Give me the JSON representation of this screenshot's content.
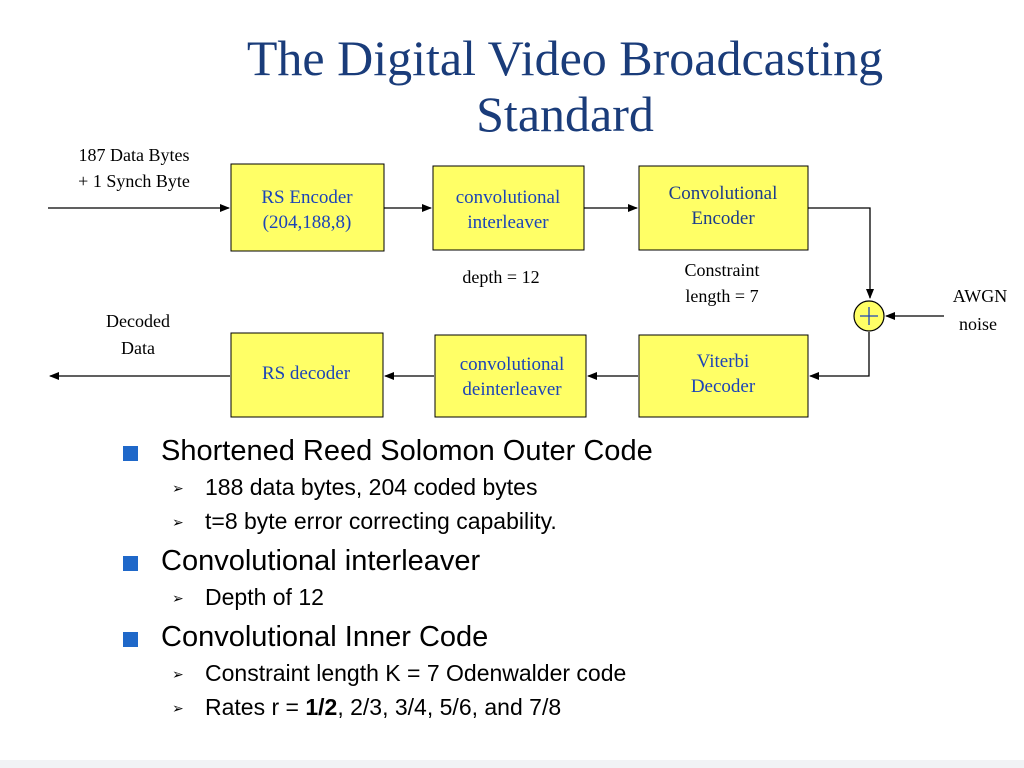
{
  "title": {
    "line1": "The Digital Video Broadcasting",
    "line2": "Standard"
  },
  "diagram": {
    "input_label": {
      "line1": "187 Data Bytes",
      "line2": "+ 1 Synch Byte"
    },
    "blocks": {
      "rs_encoder": {
        "line1": "RS Encoder",
        "line2": "(204,188,8)"
      },
      "conv_interleaver": {
        "line1": "convolutional",
        "line2": "interleaver"
      },
      "conv_encoder": {
        "line1": "Convolutional",
        "line2": "Encoder"
      },
      "viterbi": {
        "line1": "Viterbi",
        "line2": "Decoder"
      },
      "conv_deinterleaver": {
        "line1": "convolutional",
        "line2": "deinterleaver"
      },
      "rs_decoder": {
        "line1": "RS decoder"
      }
    },
    "depth_label": "depth = 12",
    "constraint_label": {
      "line1": "Constraint",
      "line2": "length = 7"
    },
    "awgn_label": {
      "line1": "AWGN",
      "line2": "noise"
    },
    "output_label": {
      "line1": "Decoded",
      "line2": "Data"
    },
    "adder_symbol": "+"
  },
  "bullets": [
    {
      "text": "Shortened Reed Solomon Outer Code",
      "sub": [
        "188 data bytes, 204 coded bytes",
        "t=8 byte error correcting capability."
      ]
    },
    {
      "text": "Convolutional interleaver",
      "sub": [
        "Depth of 12"
      ]
    },
    {
      "text": "Convolutional Inner Code",
      "sub": [
        "Constraint length K = 7 Odenwalder code"
      ]
    }
  ],
  "rates": {
    "prefix": "Rates r = ",
    "bold": "1/2",
    "rest": ", 2/3, 3/4, 5/6, and 7/8"
  },
  "colors": {
    "title": "#1a3c7a",
    "block_fill": "#ffff66",
    "block_text": "#1c44b8",
    "bullet": "#1f68c9"
  }
}
